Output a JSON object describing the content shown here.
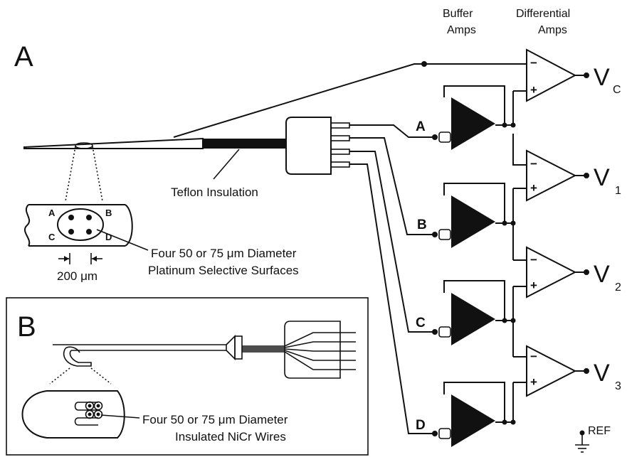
{
  "panels": {
    "a": "A",
    "b": "B"
  },
  "headers": {
    "buffer": [
      "Buffer",
      "Amps"
    ],
    "differential": [
      "Differential",
      "Amps"
    ]
  },
  "labels": {
    "teflon": "Teflon Insulation",
    "surfaces": [
      "Four 50 or 75 μm Diameter",
      "Platinum Selective Surfaces"
    ],
    "spacing": "200 μm",
    "wires": [
      "Four 50 or 75  μm Diameter",
      "Insulated NiCr Wires"
    ],
    "ref": "REF"
  },
  "electrodes": [
    "A",
    "B",
    "C",
    "D"
  ],
  "outputs": [
    {
      "main": "V",
      "sub": "C"
    },
    {
      "main": "V",
      "sub": "1"
    },
    {
      "main": "V",
      "sub": "2"
    },
    {
      "main": "V",
      "sub": "3"
    }
  ],
  "signs": {
    "minus": "−",
    "plus": "+"
  }
}
